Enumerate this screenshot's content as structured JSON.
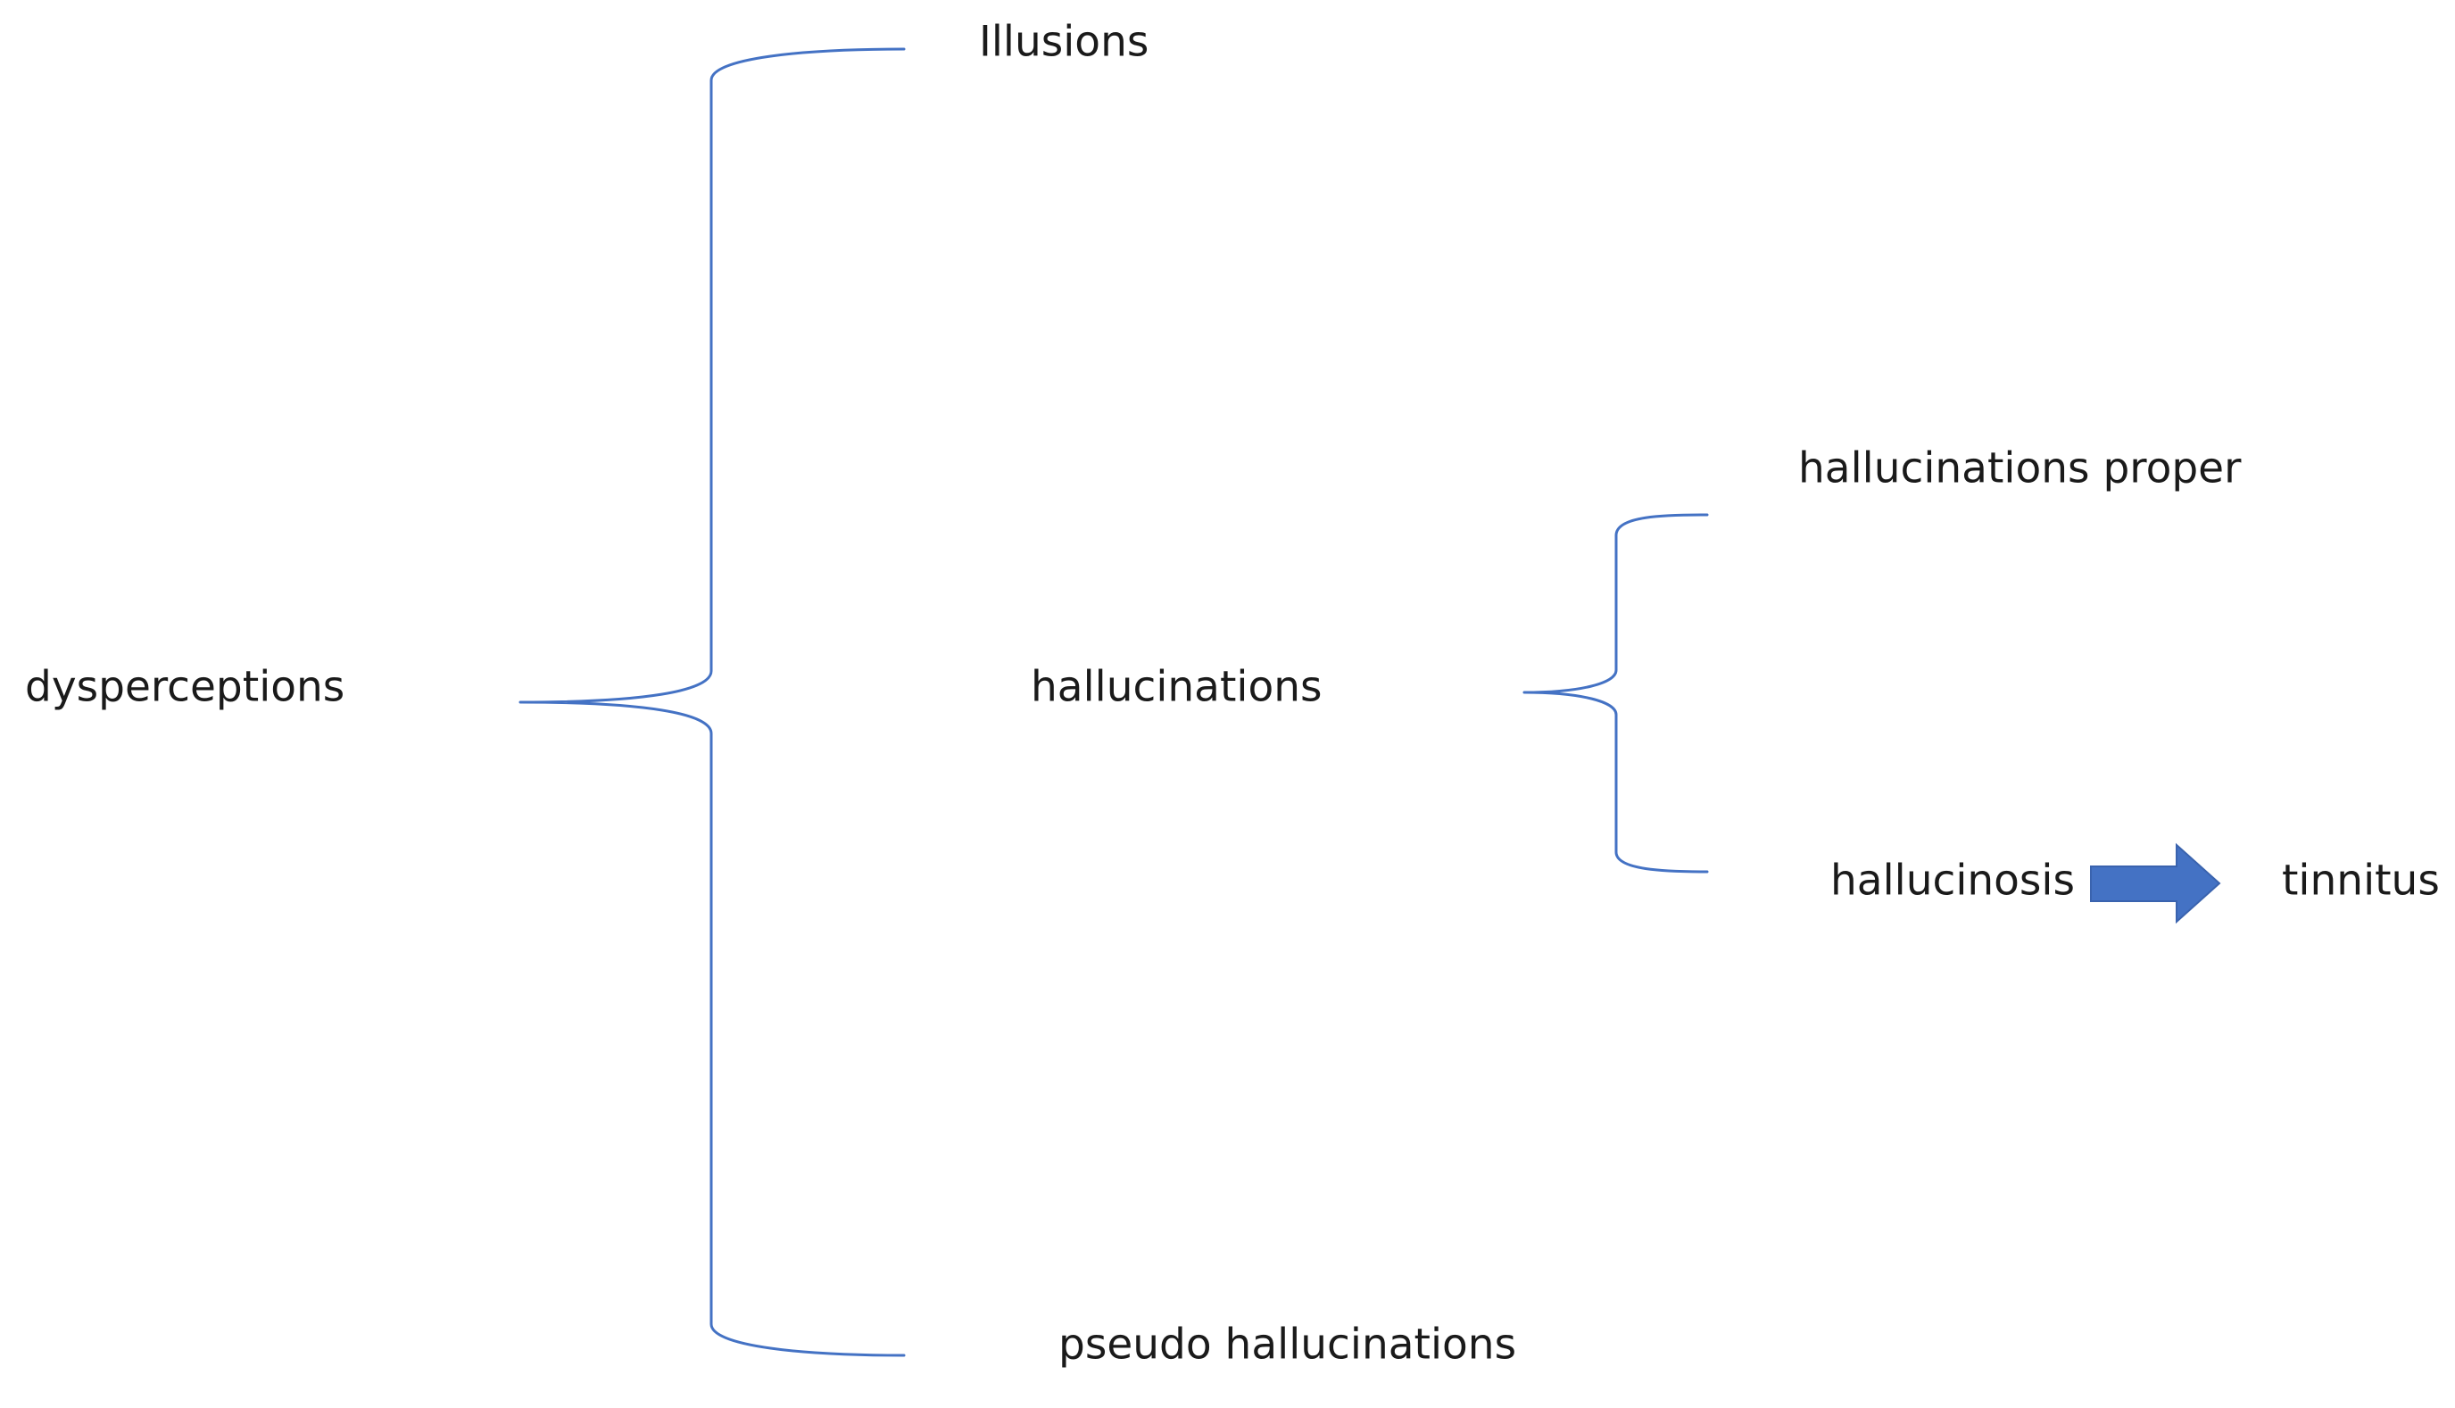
{
  "labels": {
    "root": "dysperceptions",
    "illusions": "Illusions",
    "hallucinations": "hallucinations",
    "pseudo": "pseudo hallucinations",
    "proper": "hallucinations proper",
    "hallucinosis": "hallucinosis",
    "tinnitus": "tinnitus"
  },
  "colors": {
    "brace": "#4472C4",
    "arrow": "#4472C4",
    "text": "#1a1a1a",
    "background": "#ffffff"
  },
  "icons": {
    "arrow": "right-block-arrow"
  }
}
